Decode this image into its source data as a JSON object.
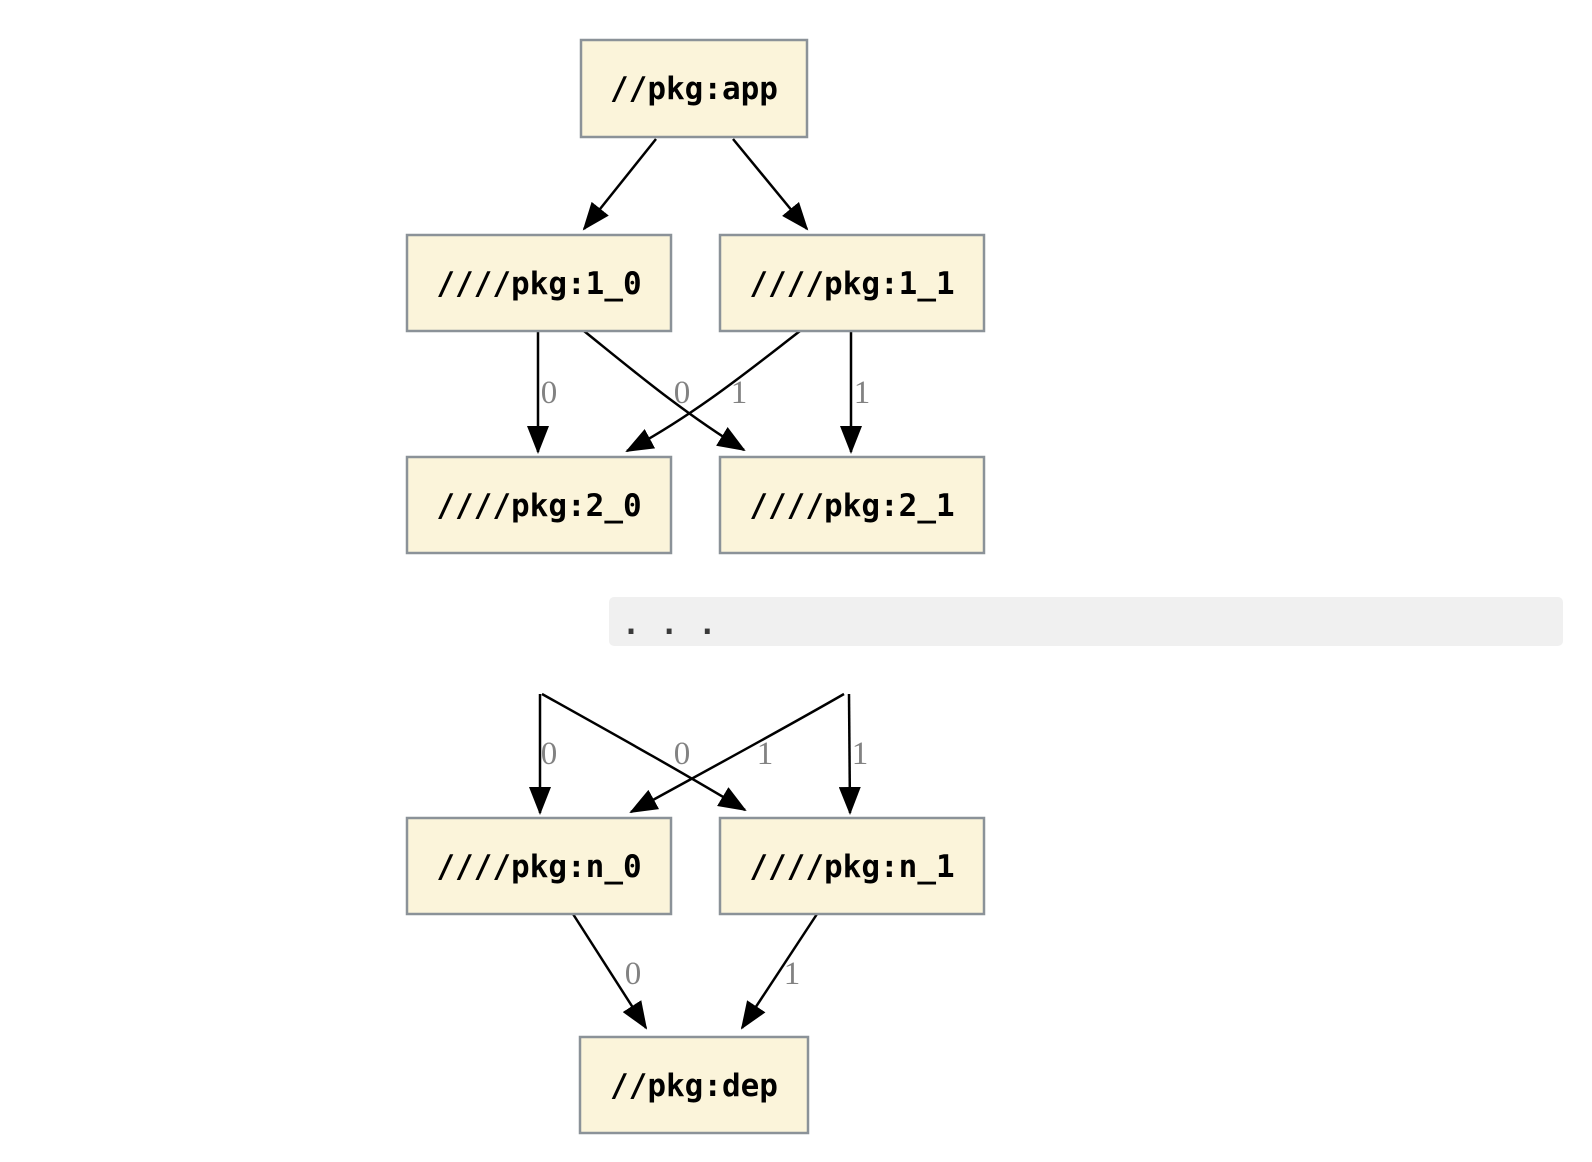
{
  "diagram": {
    "type": "dependency-graph",
    "colors": {
      "node_fill": "#fbf4da",
      "node_border": "#8b9298",
      "node_text": "#000000",
      "edge": "#000000",
      "edge_label": "#828282",
      "separator_bg": "#f0f0f0",
      "separator_text": "#3a3a3a"
    },
    "nodes": [
      {
        "id": "app",
        "label": "//pkg:app"
      },
      {
        "id": "pkg-1_0",
        "label": "////pkg:1_0"
      },
      {
        "id": "pkg-1_1",
        "label": "////pkg:1_1"
      },
      {
        "id": "pkg-2_0",
        "label": "////pkg:2_0"
      },
      {
        "id": "pkg-2_1",
        "label": "////pkg:2_1"
      },
      {
        "id": "pkg-n_0",
        "label": "////pkg:n_0"
      },
      {
        "id": "pkg-n_1",
        "label": "////pkg:n_1"
      },
      {
        "id": "dep",
        "label": "//pkg:dep"
      }
    ],
    "edges": [
      {
        "from": "app",
        "to": "pkg-1_0",
        "label": ""
      },
      {
        "from": "app",
        "to": "pkg-1_1",
        "label": ""
      },
      {
        "from": "pkg-1_0",
        "to": "pkg-2_0",
        "label": "0"
      },
      {
        "from": "pkg-1_0",
        "to": "pkg-2_1",
        "label": "0"
      },
      {
        "from": "pkg-1_1",
        "to": "pkg-2_0",
        "label": "1"
      },
      {
        "from": "pkg-1_1",
        "to": "pkg-2_1",
        "label": "1"
      },
      {
        "from": "ellipsis",
        "to": "pkg-n_0",
        "label": "0"
      },
      {
        "from": "ellipsis",
        "to": "pkg-n_1",
        "label": "0"
      },
      {
        "from": "ellipsis",
        "to": "pkg-n_0",
        "label": "1"
      },
      {
        "from": "ellipsis",
        "to": "pkg-n_1",
        "label": "1"
      },
      {
        "from": "pkg-n_0",
        "to": "dep",
        "label": "0"
      },
      {
        "from": "pkg-n_1",
        "to": "dep",
        "label": "1"
      }
    ]
  },
  "separator": {
    "text": ". . ."
  }
}
